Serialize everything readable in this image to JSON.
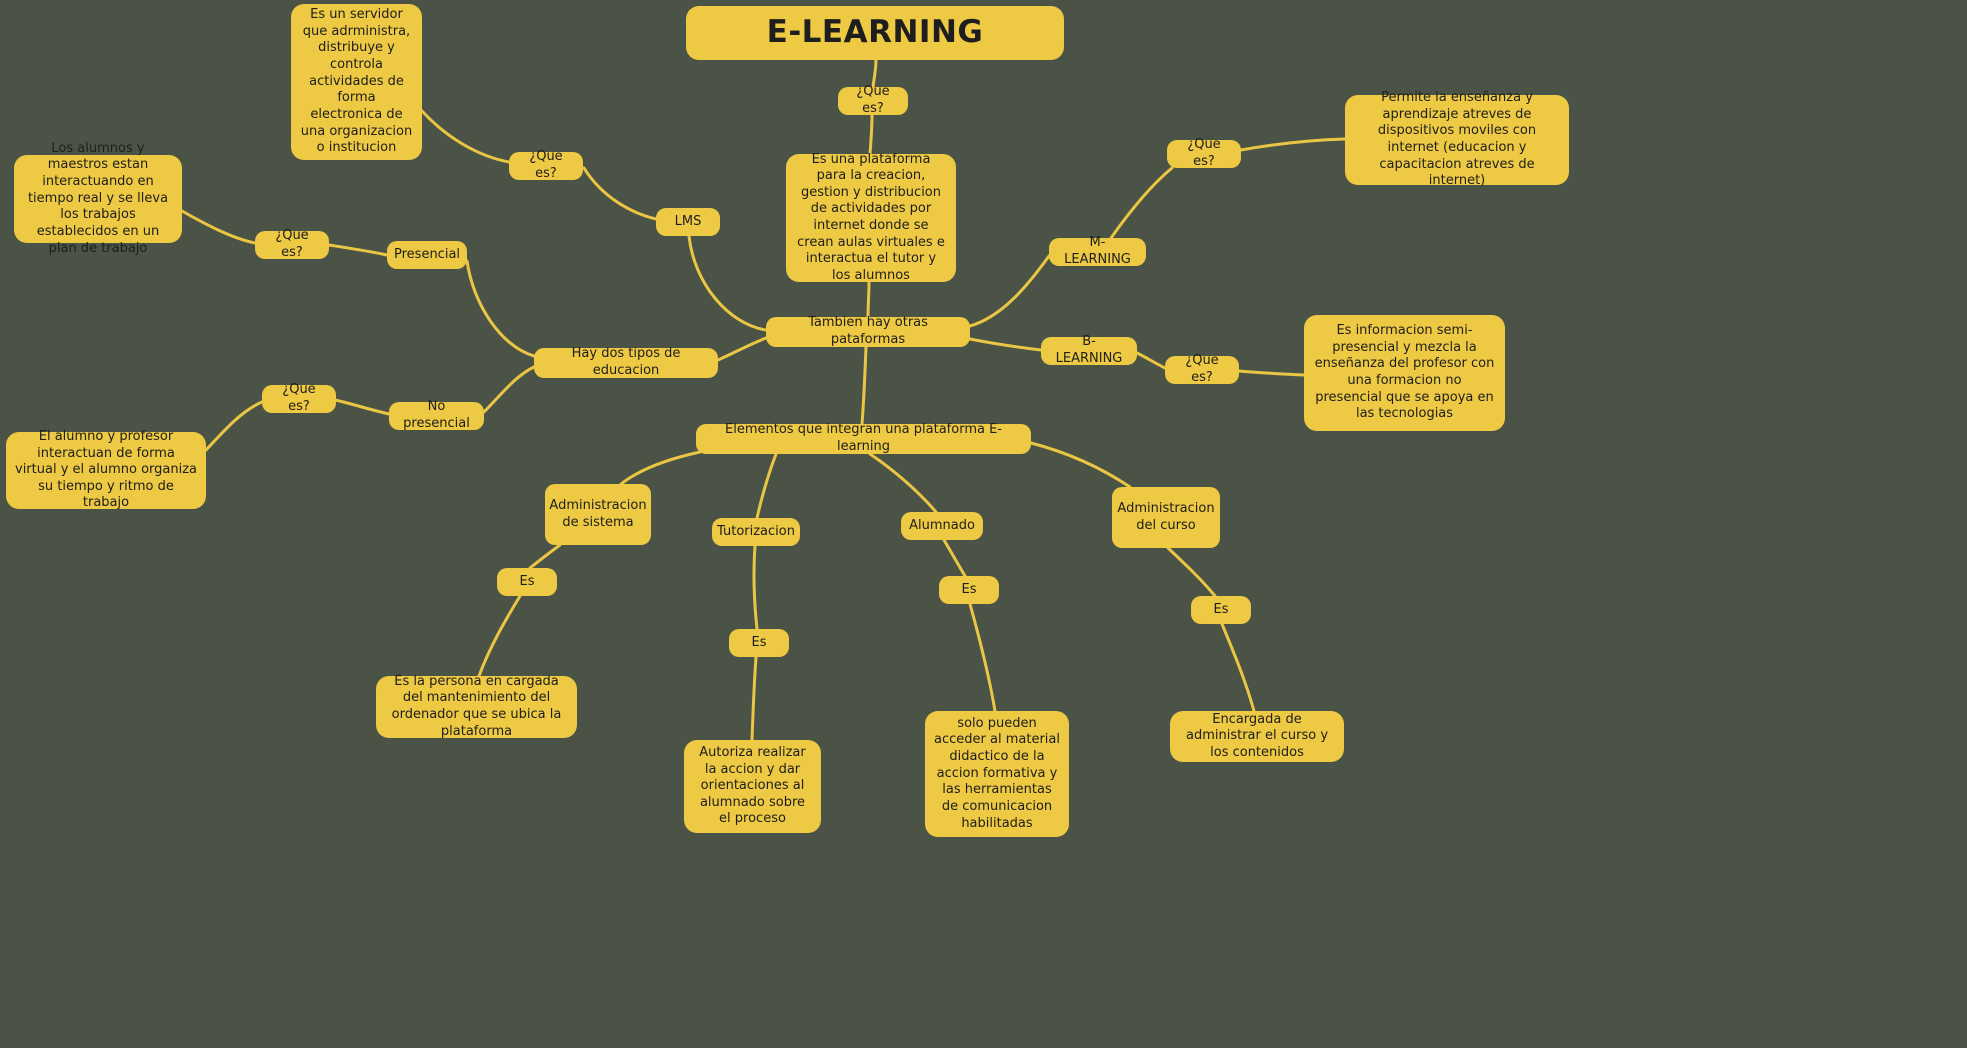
{
  "colors": {
    "background": "#4a5345",
    "node": "#eec943",
    "line": "#eac644",
    "text": "#1e1e1e"
  },
  "nodes": {
    "title": {
      "label": "E-LEARNING"
    },
    "que_es_center": {
      "label": "¿Que es?"
    },
    "definition": {
      "label": "Es una plataforma para la creacion, gestion y distribucion de actividades por internet donde se crean aulas virtuales e interactua el tutor y los alumnos"
    },
    "otras_plataformas": {
      "label": "Tambien hay otras pataformas"
    },
    "lms": {
      "label": "LMS"
    },
    "que_es_lms": {
      "label": "¿Que es?"
    },
    "lms_desc": {
      "label": "Es un servidor que adrministra, distribuye y controla actividades de forma electronica de una organizacion o institucion"
    },
    "tipos_educacion": {
      "label": "Hay dos tipos de educacion"
    },
    "presencial": {
      "label": "Presencial"
    },
    "que_es_presencial": {
      "label": "¿Que es?"
    },
    "presencial_desc": {
      "label": "Los alumnos y maestros estan interactuando en tiempo real y se lleva los trabajos establecidos en un plan de trabajo"
    },
    "no_presencial": {
      "label": "No presencial"
    },
    "que_es_no_presencial": {
      "label": "¿Que es?"
    },
    "no_presencial_desc": {
      "label": "El alumno y profesor interactuan de forma virtual y el alumno organiza su tiempo y ritmo de trabajo"
    },
    "m_learning": {
      "label": "M-LEARNING"
    },
    "que_es_m": {
      "label": "¿Que es?"
    },
    "m_desc": {
      "label": "Permite la enseñanza y aprendizaje atreves de dispositivos moviles con internet (educacion y capacitacion atreves de internet)"
    },
    "b_learning": {
      "label": "B-LEARNING"
    },
    "que_es_b": {
      "label": "¿Que es?"
    },
    "b_desc": {
      "label": "Es informacion semi-presencial y mezcla la enseñanza del profesor con una formacion no presencial que se apoya en las tecnologias"
    },
    "elementos": {
      "label": "Elementos que integran una plataforma E-learning"
    },
    "admin_sistema": {
      "label": "Administracion de sistema"
    },
    "es_sistema": {
      "label": "Es"
    },
    "sistema_desc": {
      "label": "Es la persona en cargada del mantenimiento del ordenador que se ubica la plataforma"
    },
    "tutorizacion": {
      "label": "Tutorizacion"
    },
    "es_tutorizacion": {
      "label": "Es"
    },
    "tutorizacion_desc": {
      "label": "Autoriza realizar la accion y dar orientaciones al alumnado sobre el proceso"
    },
    "alumnado": {
      "label": "Alumnado"
    },
    "es_alumnado": {
      "label": "Es"
    },
    "alumnado_desc": {
      "label": "solo pueden acceder al material didactico de la accion formativa y las herramientas de comunicacion habilitadas"
    },
    "admin_curso": {
      "label": "Administracion del curso"
    },
    "es_curso": {
      "label": "Es"
    },
    "curso_desc": {
      "label": "Encargada de administrar el curso y los contenidos"
    }
  }
}
